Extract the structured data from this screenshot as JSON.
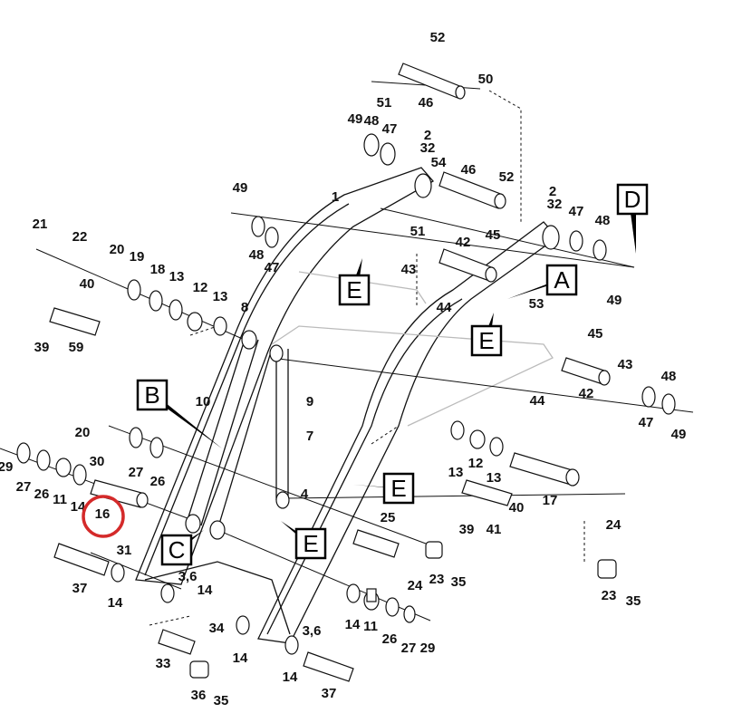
{
  "diagram": {
    "type": "exploded parts diagram",
    "part_labels": [
      "52",
      "50",
      "51",
      "46",
      "49",
      "48",
      "47",
      "2",
      "32",
      "54",
      "46",
      "52",
      "2",
      "32",
      "47",
      "48",
      "49",
      "49",
      "48",
      "47",
      "1",
      "51",
      "42",
      "45",
      "43",
      "44",
      "53",
      "21",
      "22",
      "20",
      "19",
      "18",
      "13",
      "12",
      "13",
      "40",
      "8",
      "39",
      "59",
      "45",
      "43",
      "48",
      "44",
      "42",
      "47",
      "49",
      "10",
      "9",
      "7",
      "20",
      "30",
      "27",
      "26",
      "29",
      "27",
      "26",
      "11",
      "14",
      "16",
      "31",
      "13",
      "12",
      "13",
      "4",
      "17",
      "24",
      "40",
      "39",
      "41",
      "25",
      "3,6",
      "14",
      "37",
      "14",
      "24",
      "23",
      "35",
      "23",
      "35",
      "34",
      "3,6",
      "14",
      "11",
      "26",
      "27",
      "29",
      "14",
      "14",
      "33",
      "36",
      "35",
      "37"
    ],
    "detail_markers": [
      "D",
      "A",
      "E",
      "E",
      "B",
      "E",
      "C",
      "E"
    ],
    "highlighted_part": "16",
    "highlight_color": "#d42a2a"
  }
}
